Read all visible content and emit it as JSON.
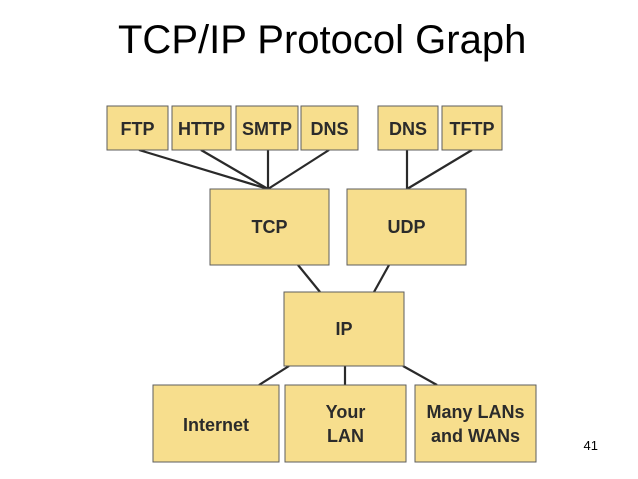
{
  "slide": {
    "title": "TCP/IP Protocol Graph",
    "page_number": "41"
  },
  "colors": {
    "box_fill": "#f7de8d",
    "box_border": "#5e5e5e",
    "edge": "#2a2a2a",
    "label_text": "#2b2b2b"
  },
  "diagram": {
    "application_layer": {
      "ftp": "FTP",
      "http": "HTTP",
      "smtp": "SMTP",
      "dns_tcp": "DNS",
      "dns_udp": "DNS",
      "tftp": "TFTP"
    },
    "transport_layer": {
      "tcp": "TCP",
      "udp": "UDP"
    },
    "network_layer": {
      "ip": "IP"
    },
    "link_layer": {
      "internet": "Internet",
      "your_lan_line1": "Your",
      "your_lan_line2": "LAN",
      "many_lans_line1": "Many LANs",
      "many_lans_line2": "and WANs"
    }
  }
}
